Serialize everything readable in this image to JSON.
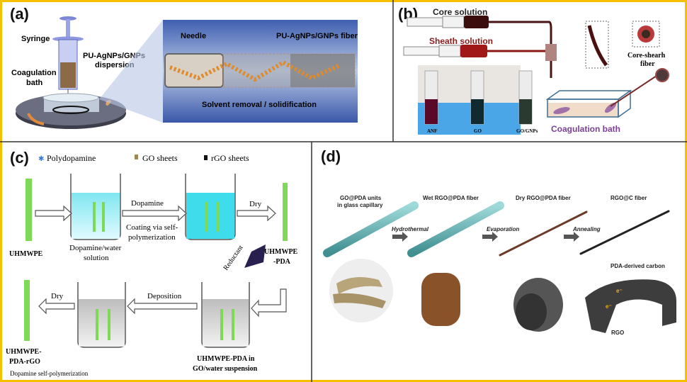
{
  "colors": {
    "frame": "#f5c000",
    "divider": "#333333",
    "panel_a_box": "#4a67b5",
    "fiber_green": "#7ed957",
    "teal_capillary": "#6fb8b8"
  },
  "panel_a": {
    "label": "(a)",
    "syringe": "Syringe",
    "dispersion_1": "PU-AgNPs/GNPs",
    "dispersion_2": "dispersion",
    "bath_1": "Coagulation",
    "bath_2": "bath",
    "needle": "Needle",
    "fiber": "PU-AgNPs/GNPs  fiber",
    "solvent": "Solvent removal / solidification"
  },
  "panel_b": {
    "label": "(b)",
    "core": "Core solution",
    "sheath": "Sheath solution",
    "vials": [
      "ANF",
      "GO",
      "GO/GNPs"
    ],
    "fiber_1": "Core-shearh",
    "fiber_2": "fiber",
    "bath": "Coagulation bath"
  },
  "panel_c": {
    "label": "(c)",
    "legend": [
      "Polydopamine",
      "GO sheets",
      "rGO sheets"
    ],
    "uhmwpe": "UHMWPE",
    "solution_1": "Dopamine/water",
    "solution_2": "solution",
    "dopamine": "Dopamine",
    "coating_1": "Coating via self-",
    "coating_2": "polymerization",
    "dry_1": "Dry",
    "pda_1": "UHMWPE",
    "pda_2": "-PDA",
    "reductant": "Reductant",
    "deposition": "Deposition",
    "dry_2": "Dry",
    "suspension_1": "UHMWPE-PDA in",
    "suspension_2": "GO/water  suspension",
    "rgo_1": "UHMWPE-",
    "rgo_2": "PDA-rGO",
    "caption": "Dopamine self-polymerization"
  },
  "panel_d": {
    "label": "(d)",
    "stage_1a": "GO@PDA units",
    "stage_1b": "in glass capillary",
    "stage_2": "Wet RGO@PDA fiber",
    "stage_3": "Dry RGO@PDA fiber",
    "stage_4": "RGO@C fiber",
    "step_1": "Hydrothermal",
    "step_2": "Evaporation",
    "step_3": "Annealing",
    "carbon": "PDA-derived carbon",
    "rgo": "RGO",
    "electron": "e⁻"
  }
}
